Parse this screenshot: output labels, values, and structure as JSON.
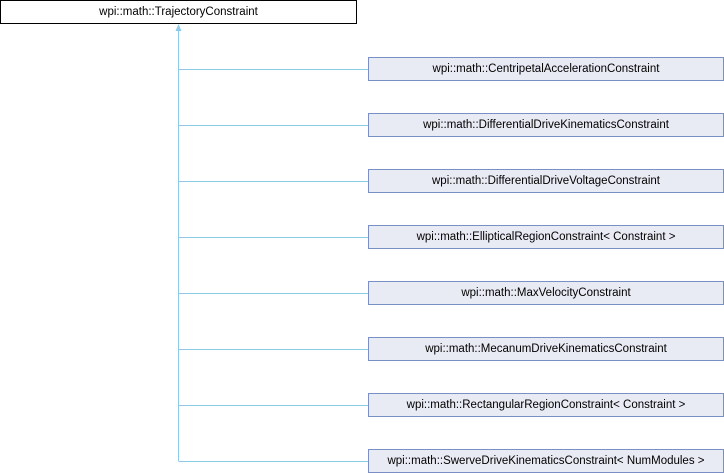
{
  "base_class": "wpi::math::TrajectoryConstraint",
  "derived_classes": [
    "wpi::math::CentripetalAccelerationConstraint",
    "wpi::math::DifferentialDriveKinematicsConstraint",
    "wpi::math::DifferentialDriveVoltageConstraint",
    "wpi::math::EllipticalRegionConstraint< Constraint >",
    "wpi::math::MaxVelocityConstraint",
    "wpi::math::MecanumDriveKinematicsConstraint",
    "wpi::math::RectangularRegionConstraint< Constraint >",
    "wpi::math::SwerveDriveKinematicsConstraint< NumModules >"
  ],
  "colors": {
    "edge": "#8ecbe8",
    "box_fill": "#e8ebf4",
    "box_border": "#7b8fc6"
  }
}
